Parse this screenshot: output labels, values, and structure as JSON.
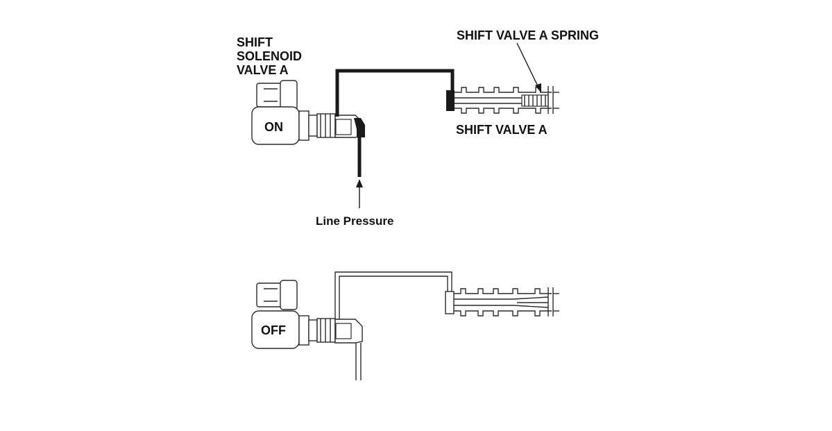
{
  "labels": {
    "solenoid_line1": "SHIFT",
    "solenoid_line2": "SOLENOID",
    "solenoid_line3": "VALVE A",
    "state_on": "ON",
    "state_off": "OFF",
    "spring": "SHIFT VALVE A SPRING",
    "valve": "SHIFT VALVE A",
    "line_pressure": "Line Pressure"
  },
  "colors": {
    "pressurized": "#1a1a1a",
    "outline": "#2a2a2a",
    "background": "#ffffff"
  }
}
